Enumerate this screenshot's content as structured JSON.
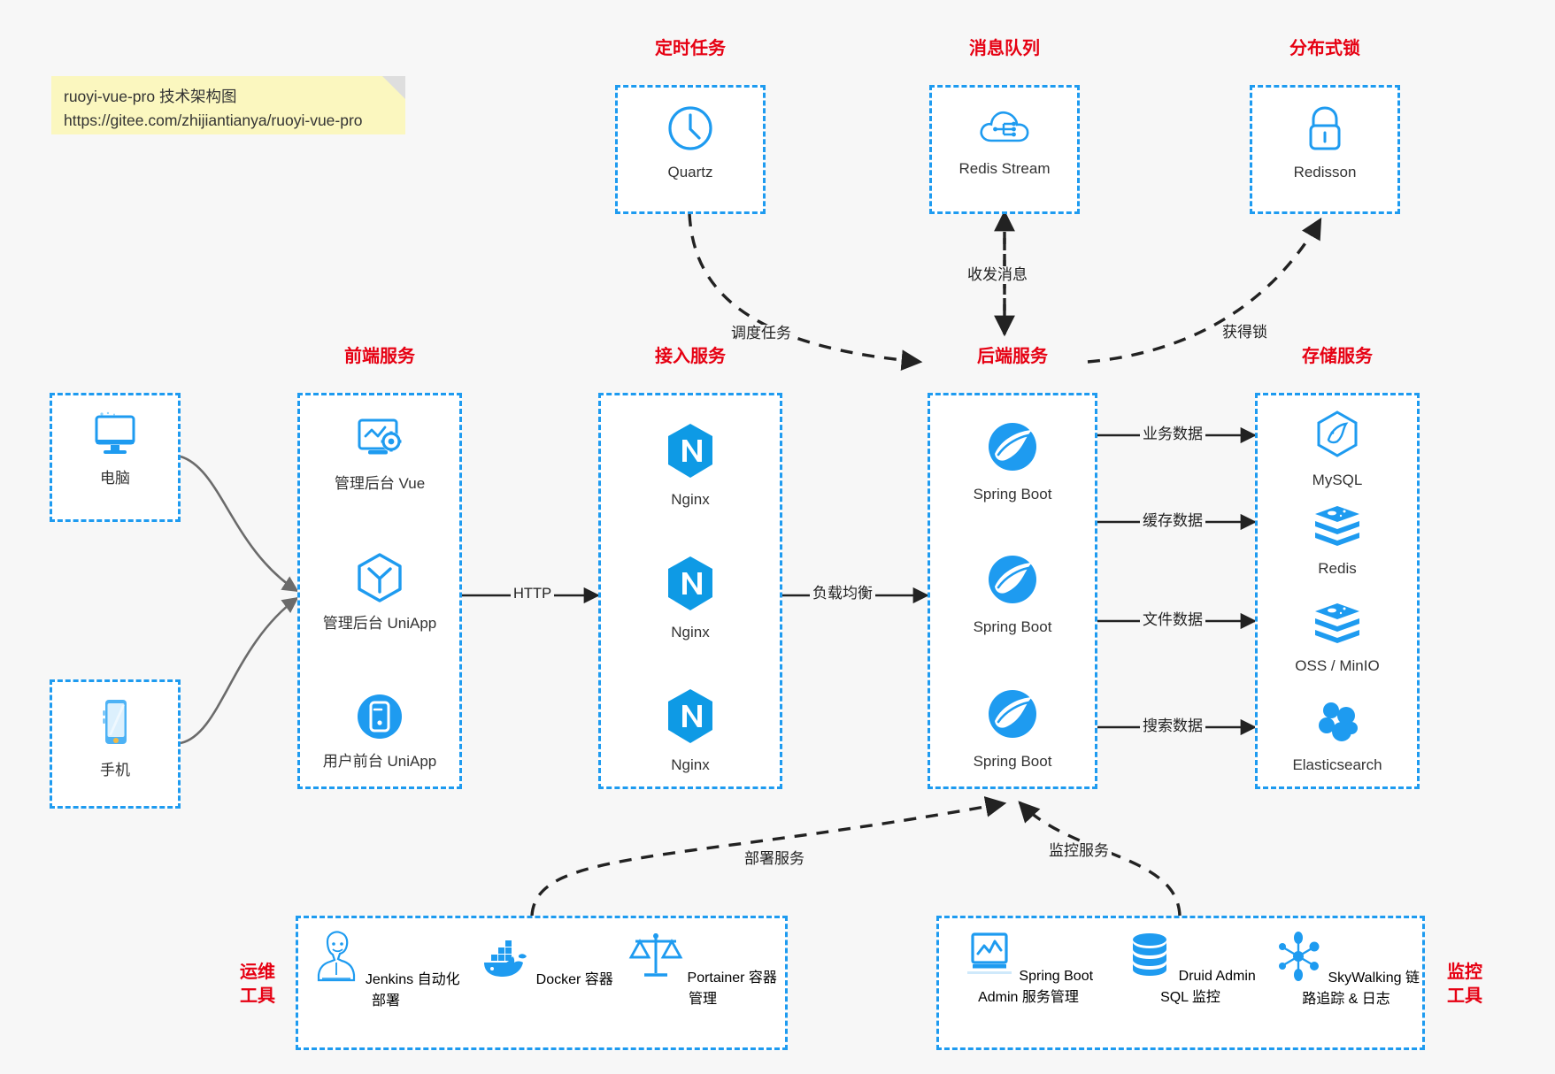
{
  "note": {
    "line1": "ruoyi-vue-pro 技术架构图",
    "line2": "https://gitee.com/zhijiantianya/ruoyi-vue-pro"
  },
  "colors": {
    "accent": "#1E9BF0",
    "title": "#e60012",
    "background": "#f7f7f7",
    "note": "#fbf7bf",
    "edge": "#222222"
  },
  "groups": {
    "scheduled_task": {
      "title": "定时任务",
      "items": [
        {
          "label": "Quartz",
          "icon": "clock-icon"
        }
      ]
    },
    "message_queue": {
      "title": "消息队列",
      "items": [
        {
          "label": "Redis Stream",
          "icon": "cloud-stream-icon"
        }
      ]
    },
    "distributed_lock": {
      "title": "分布式锁",
      "items": [
        {
          "label": "Redisson",
          "icon": "lock-icon"
        }
      ]
    },
    "clients": {
      "items": [
        {
          "label": "电脑",
          "icon": "desktop-icon"
        },
        {
          "label": "手机",
          "icon": "mobile-icon"
        }
      ]
    },
    "frontend": {
      "title": "前端服务",
      "items": [
        {
          "label": "管理后台 Vue",
          "icon": "dashboard-gear-icon"
        },
        {
          "label": "管理后台 UniApp",
          "icon": "cube-icon"
        },
        {
          "label": "用户前台 UniApp",
          "icon": "app-circle-icon"
        }
      ]
    },
    "gateway": {
      "title": "接入服务",
      "items": [
        {
          "label": "Nginx",
          "icon": "nginx-icon"
        },
        {
          "label": "Nginx",
          "icon": "nginx-icon"
        },
        {
          "label": "Nginx",
          "icon": "nginx-icon"
        }
      ]
    },
    "backend": {
      "title": "后端服务",
      "items": [
        {
          "label": "Spring Boot",
          "icon": "spring-boot-icon"
        },
        {
          "label": "Spring Boot",
          "icon": "spring-boot-icon"
        },
        {
          "label": "Spring Boot",
          "icon": "spring-boot-icon"
        }
      ]
    },
    "storage": {
      "title": "存储服务",
      "items": [
        {
          "label": "MySQL",
          "icon": "mysql-icon"
        },
        {
          "label": "Redis",
          "icon": "redis-icon"
        },
        {
          "label": "OSS / MinIO",
          "icon": "oss-icon"
        },
        {
          "label": "Elasticsearch",
          "icon": "elasticsearch-icon"
        }
      ]
    },
    "devops": {
      "title": "运维\n工具",
      "title_line1": "运维",
      "title_line2": "工具",
      "items": [
        {
          "label": "Jenkins",
          "sublabel": "自动化部署",
          "icon": "jenkins-icon"
        },
        {
          "label": "Docker",
          "sublabel": "容器",
          "icon": "docker-icon"
        },
        {
          "label": "Portainer",
          "sublabel": "容器管理",
          "icon": "scales-icon"
        }
      ]
    },
    "monitoring": {
      "title_line1": "监控",
      "title_line2": "工具",
      "items": [
        {
          "label": "Spring Boot Admin",
          "sublabel": "服务管理",
          "icon": "monitor-chart-icon"
        },
        {
          "label": "Druid Admin",
          "sublabel": "SQL 监控",
          "icon": "database-icon"
        },
        {
          "label": "SkyWalking",
          "sublabel": "链路追踪 & 日志",
          "icon": "skywalking-icon"
        }
      ]
    }
  },
  "edges": [
    {
      "id": "http",
      "label": "HTTP"
    },
    {
      "id": "load_balance",
      "label": "负载均衡"
    },
    {
      "id": "business_data",
      "label": "业务数据"
    },
    {
      "id": "cache_data",
      "label": "缓存数据"
    },
    {
      "id": "file_data",
      "label": "文件数据"
    },
    {
      "id": "search_data",
      "label": "搜索数据"
    },
    {
      "id": "schedule_task",
      "label": "调度任务"
    },
    {
      "id": "send_receive_message",
      "label": "收发消息"
    },
    {
      "id": "acquire_lock",
      "label": "获得锁"
    },
    {
      "id": "deploy_service",
      "label": "部署服务"
    },
    {
      "id": "monitor_service",
      "label": "监控服务"
    }
  ]
}
